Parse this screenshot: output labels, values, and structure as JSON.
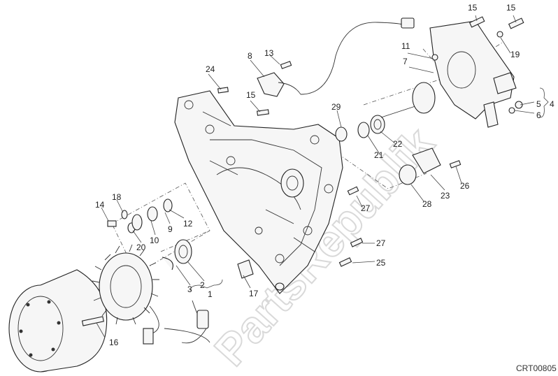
{
  "watermark": "PartsRepublik",
  "diagram_code": "CRT00805",
  "callouts": {
    "c1": "1",
    "c2": "2",
    "c3": "3",
    "c4": "4",
    "c5": "5",
    "c6": "6",
    "c7": "7",
    "c8": "8",
    "c9": "9",
    "c10": "10",
    "c11": "11",
    "c12": "12",
    "c13": "13",
    "c14": "14",
    "c15a": "15",
    "c15b": "15",
    "c15c": "15",
    "c16": "16",
    "c17": "17",
    "c18": "18",
    "c19": "19",
    "c20": "20",
    "c21": "21",
    "c22": "22",
    "c23": "23",
    "c24": "24",
    "c25": "25",
    "c26": "26",
    "c27a": "27",
    "c27b": "27",
    "c28": "28",
    "c29": "29"
  }
}
